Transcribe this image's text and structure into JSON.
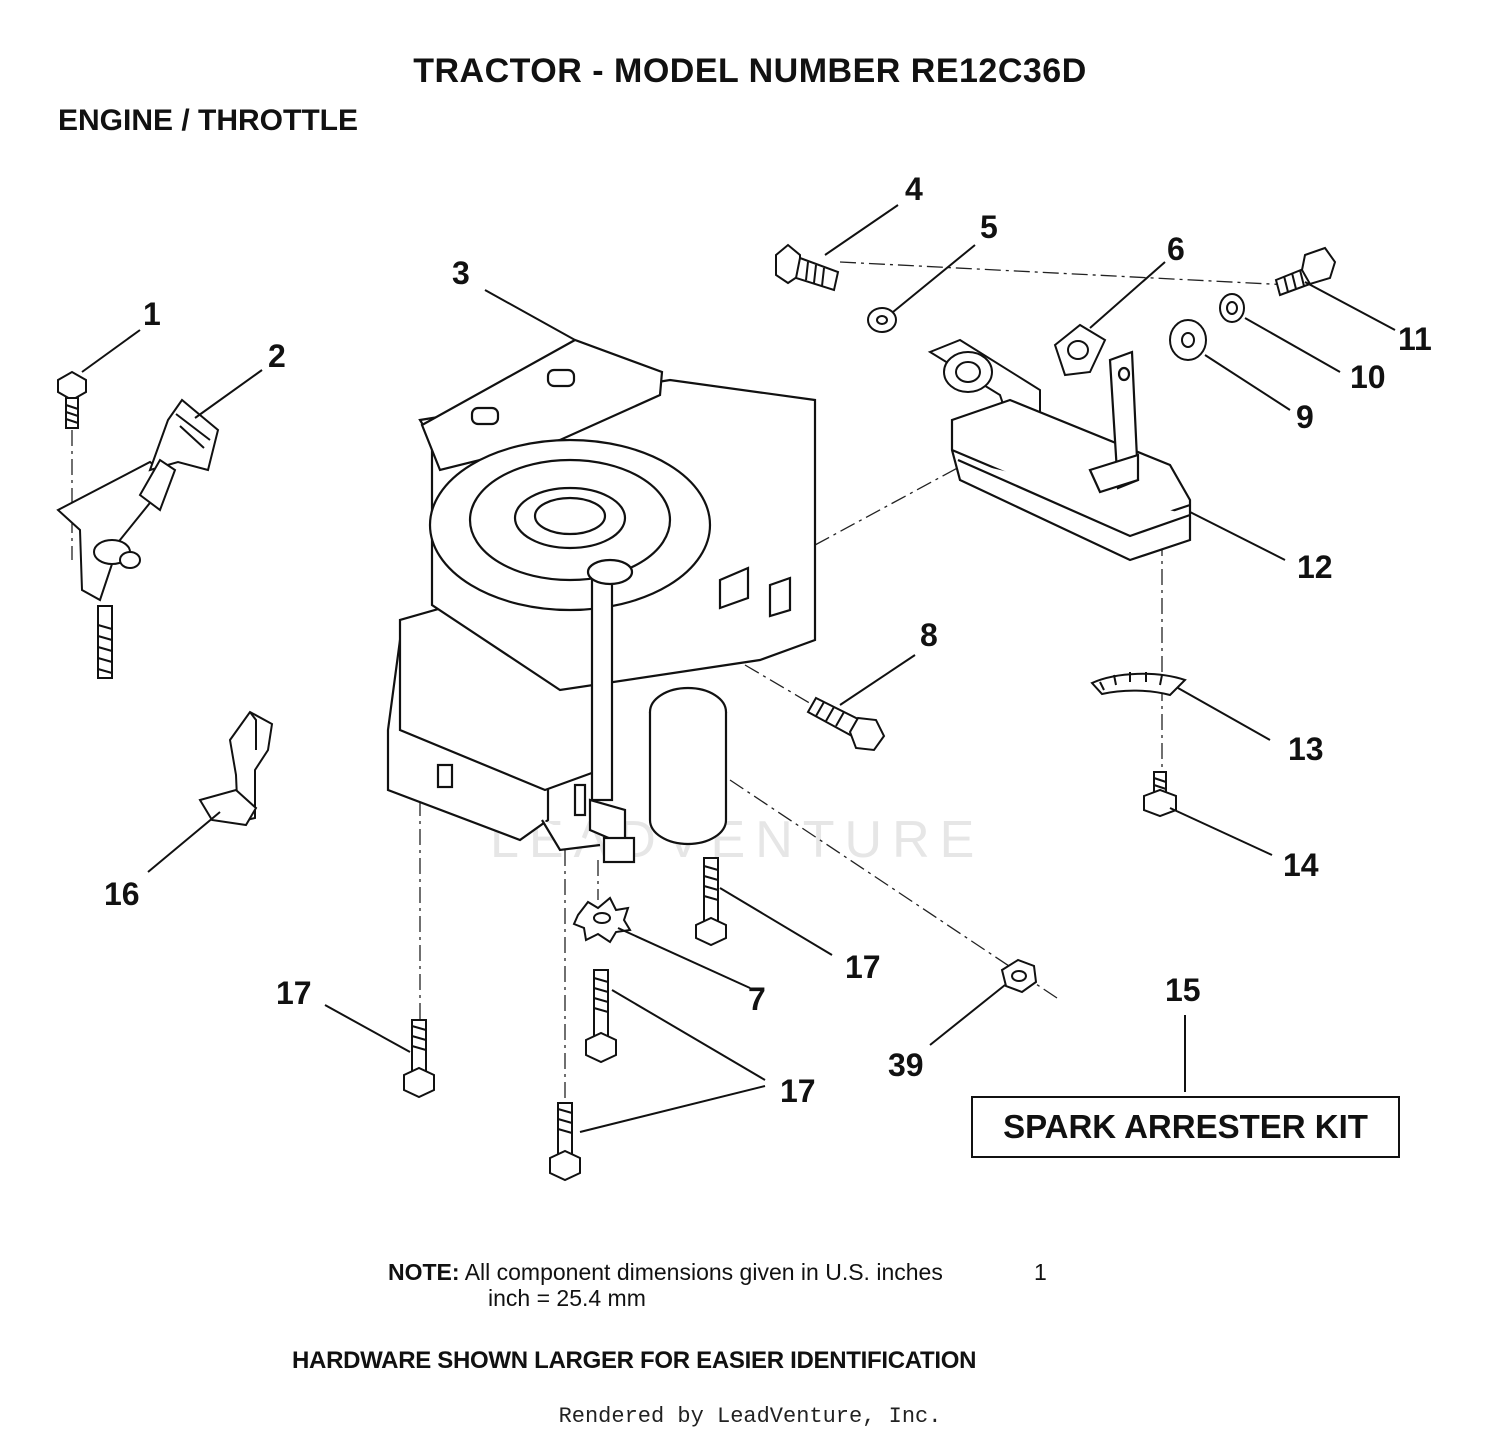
{
  "title": "TRACTOR   - MODEL NUMBER RE12C36D",
  "subtitle": "ENGINE / THROTTLE",
  "part_labels": [
    "1",
    "2",
    "3",
    "4",
    "5",
    "6",
    "7",
    "8",
    "9",
    "10",
    "11",
    "12",
    "13",
    "14",
    "15",
    "16",
    "17",
    "17",
    "17",
    "17",
    "39"
  ],
  "kit_label": "SPARK ARRESTER KIT",
  "note": {
    "prefix": "NOTE:",
    "line1": "All component dimensions given in U.S. inches",
    "number": "1",
    "line2": "inch = 25.4 mm"
  },
  "hardware_note": "HARDWARE SHOWN LARGER FOR EASIER IDENTIFICATION",
  "footer": "Rendered by LeadVenture, Inc.",
  "watermark": "LEADVENTURE",
  "colors": {
    "ink": "#111111",
    "background": "#ffffff",
    "watermark": "#e6e6e6"
  }
}
